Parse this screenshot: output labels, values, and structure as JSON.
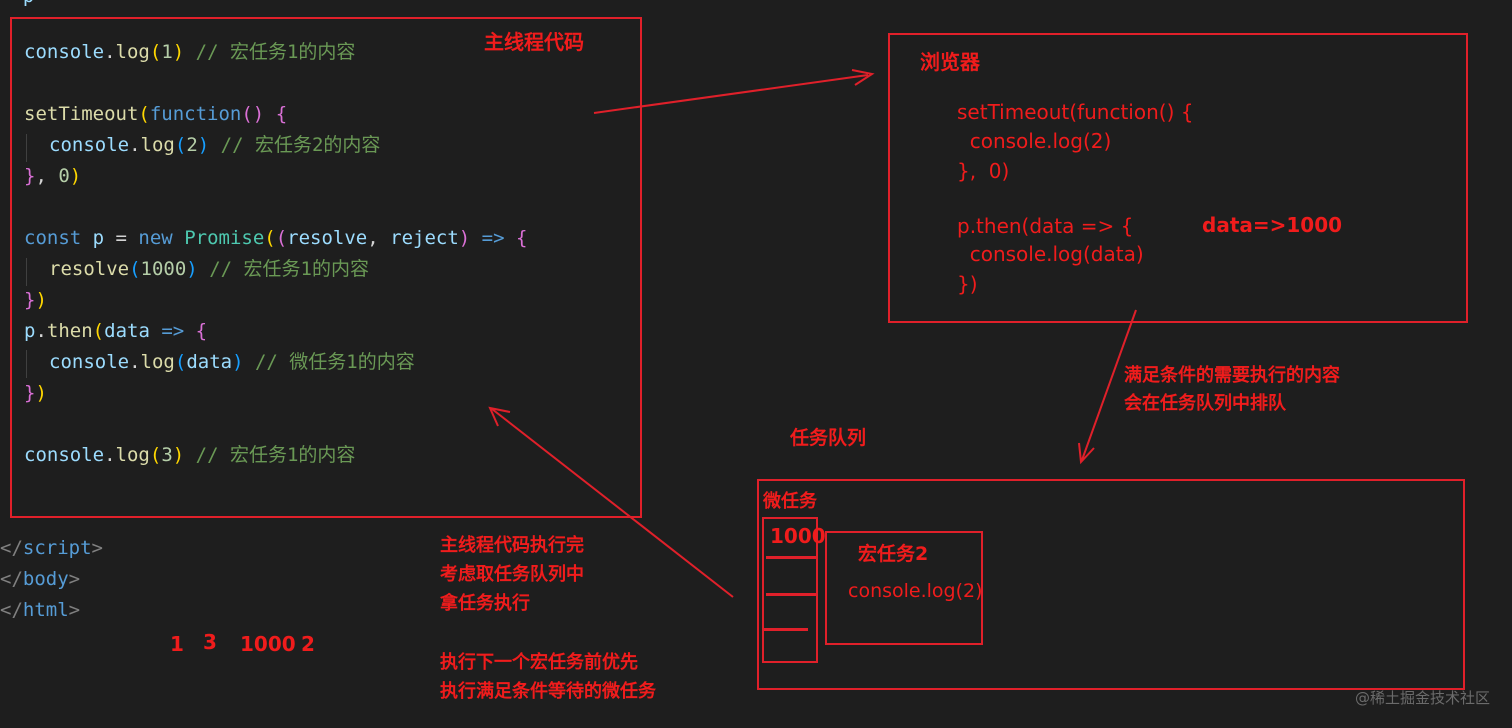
{
  "code": {
    "top_fragment": "  p",
    "l1": {
      "a": "console",
      "b": ".",
      "c": "log",
      "d": "(",
      "e": "1",
      "f": ")",
      "g": " // 宏任务1的内容"
    },
    "l2": {
      "a": "setTimeout",
      "b": "(",
      "c": "function",
      "d": "()",
      "e": " {"
    },
    "l3": {
      "a": "console",
      "b": ".",
      "c": "log",
      "d": "(",
      "e": "2",
      "f": ")",
      "g": " // 宏任务2的内容"
    },
    "l4": {
      "a": "}",
      "b": ", ",
      "c": "0",
      "d": ")"
    },
    "l5": {
      "a": "const",
      "b": " p",
      "c": " = ",
      "d": "new",
      "e": " Promise",
      "f": "(",
      "g": "(",
      "h": "resolve",
      "i": ", ",
      "j": "reject",
      "k": ")",
      "l": " => ",
      "m": "{"
    },
    "l6": {
      "a": "resolve",
      "b": "(",
      "c": "1000",
      "d": ")",
      "e": " // 宏任务1的内容"
    },
    "l7": {
      "a": "}",
      "b": ")"
    },
    "l8": {
      "a": "p",
      "b": ".",
      "c": "then",
      "d": "(",
      "e": "data",
      "f": " => ",
      "g": "{"
    },
    "l9": {
      "a": "console",
      "b": ".",
      "c": "log",
      "d": "(",
      "e": "data",
      "f": ")",
      "g": " // 微任务1的内容"
    },
    "l10": {
      "a": "}",
      "b": ")"
    },
    "l11": {
      "a": "console",
      "b": ".",
      "c": "log",
      "d": "(",
      "e": "3",
      "f": ")",
      "g": " // 宏任务1的内容"
    },
    "tag1": {
      "a": "</",
      "b": "script",
      "c": ">"
    },
    "tag2": {
      "a": "</",
      "b": "body",
      "c": ">"
    },
    "tag3": {
      "a": "</",
      "b": "html",
      "c": ">"
    }
  },
  "annotations": {
    "main_thread_label": "主线程代码",
    "browser_label": "浏览器",
    "browser_code": [
      "setTimeout(function() {",
      "  console.log(2)",
      "},  0)",
      "p.then(data => {",
      "  console.log(data)",
      "})"
    ],
    "data_value": "data=>1000",
    "queue_note": [
      "满足条件的需要执行的内容",
      "会在任务队列中排队"
    ],
    "task_queue_label": "任务队列",
    "micro_label": "微任务",
    "micro_value": "1000",
    "macro_label": "宏任务2",
    "macro_code": "console.log(2)",
    "exec_note": [
      "主线程代码执行完",
      "考虑取任务队列中",
      "拿任务执行"
    ],
    "priority_note": [
      "执行下一个宏任务前优先",
      "执行满足条件等待的微任务"
    ],
    "output": {
      "a": "1",
      "b": "3",
      "c": "1000",
      "d": "2"
    }
  },
  "watermark": "@稀土掘金技术社区",
  "colors": {
    "annotation": "#f01c1c",
    "background": "#1e1e1e"
  }
}
